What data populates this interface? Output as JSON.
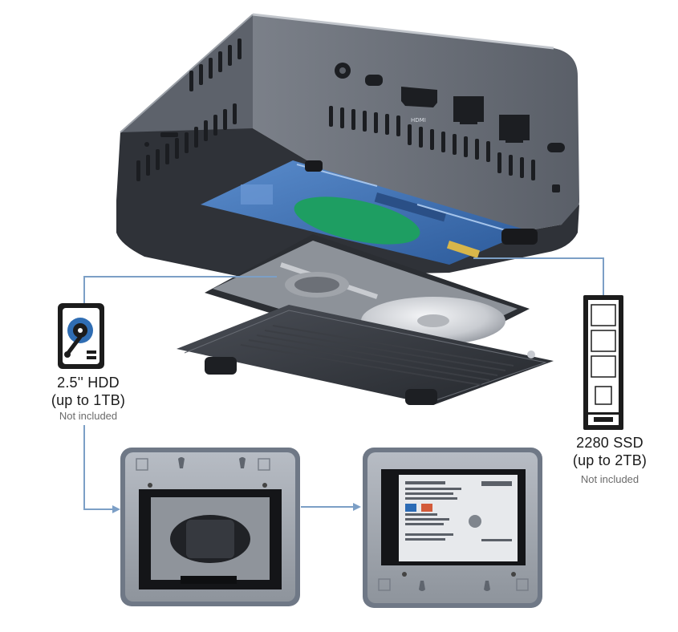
{
  "hdd": {
    "title": "2.5'' HDD",
    "capacity": "(up to 1TB)",
    "note": "Not included"
  },
  "ssd": {
    "title": "2280 SSD",
    "capacity": "(up to 2TB)",
    "note": "Not included"
  },
  "ports": {
    "hdmi_label": "HDMI"
  },
  "icons": [
    "hard-drive-icon",
    "ssd-stick-icon",
    "arrow-right-icon"
  ],
  "colors": {
    "case": "#4a4f58",
    "case_top": "#8d939c",
    "pcb": "#3f6fb5",
    "connector_line": "#7c9fc6",
    "hdd_icon_blue": "#2f6db3"
  }
}
